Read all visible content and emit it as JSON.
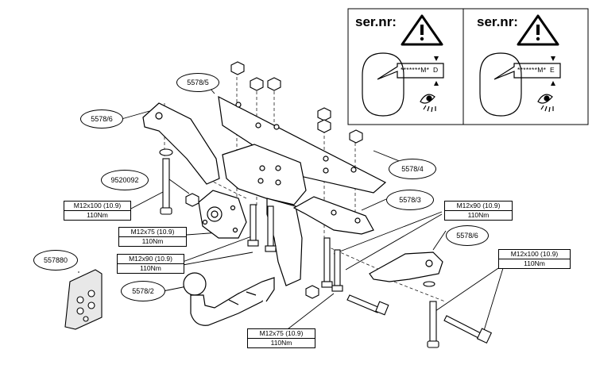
{
  "warning_panels": [
    {
      "title": "ser.nr:",
      "code": "*******M*",
      "letter": "D"
    },
    {
      "title": "ser.nr:",
      "code": "*******M*",
      "letter": "E"
    }
  ],
  "part_labels": {
    "p5578_5": "5578/5",
    "p5578_6_top": "5578/6",
    "p9520092": "9520092",
    "p5578_4": "5578/4",
    "p5578_3": "5578/3",
    "p5578_6_right": "5578/6",
    "p557880": "557880",
    "p5578_2": "5578/2"
  },
  "bolt_specs": {
    "m12x100_left": {
      "size": "M12x100 (10.9)",
      "torque": "110Nm"
    },
    "m12x75_left": {
      "size": "M12x75 (10.9)",
      "torque": "110Nm"
    },
    "m12x90_left": {
      "size": "M12x90 (10.9)",
      "torque": "110Nm"
    },
    "m12x90_right": {
      "size": "M12x90 (10.9)",
      "torque": "110Nm"
    },
    "m12x100_right": {
      "size": "M12x100 (10.9)",
      "torque": "110Nm"
    },
    "m12x75_bottom": {
      "size": "M12x75 (10.9)",
      "torque": "110Nm"
    }
  }
}
